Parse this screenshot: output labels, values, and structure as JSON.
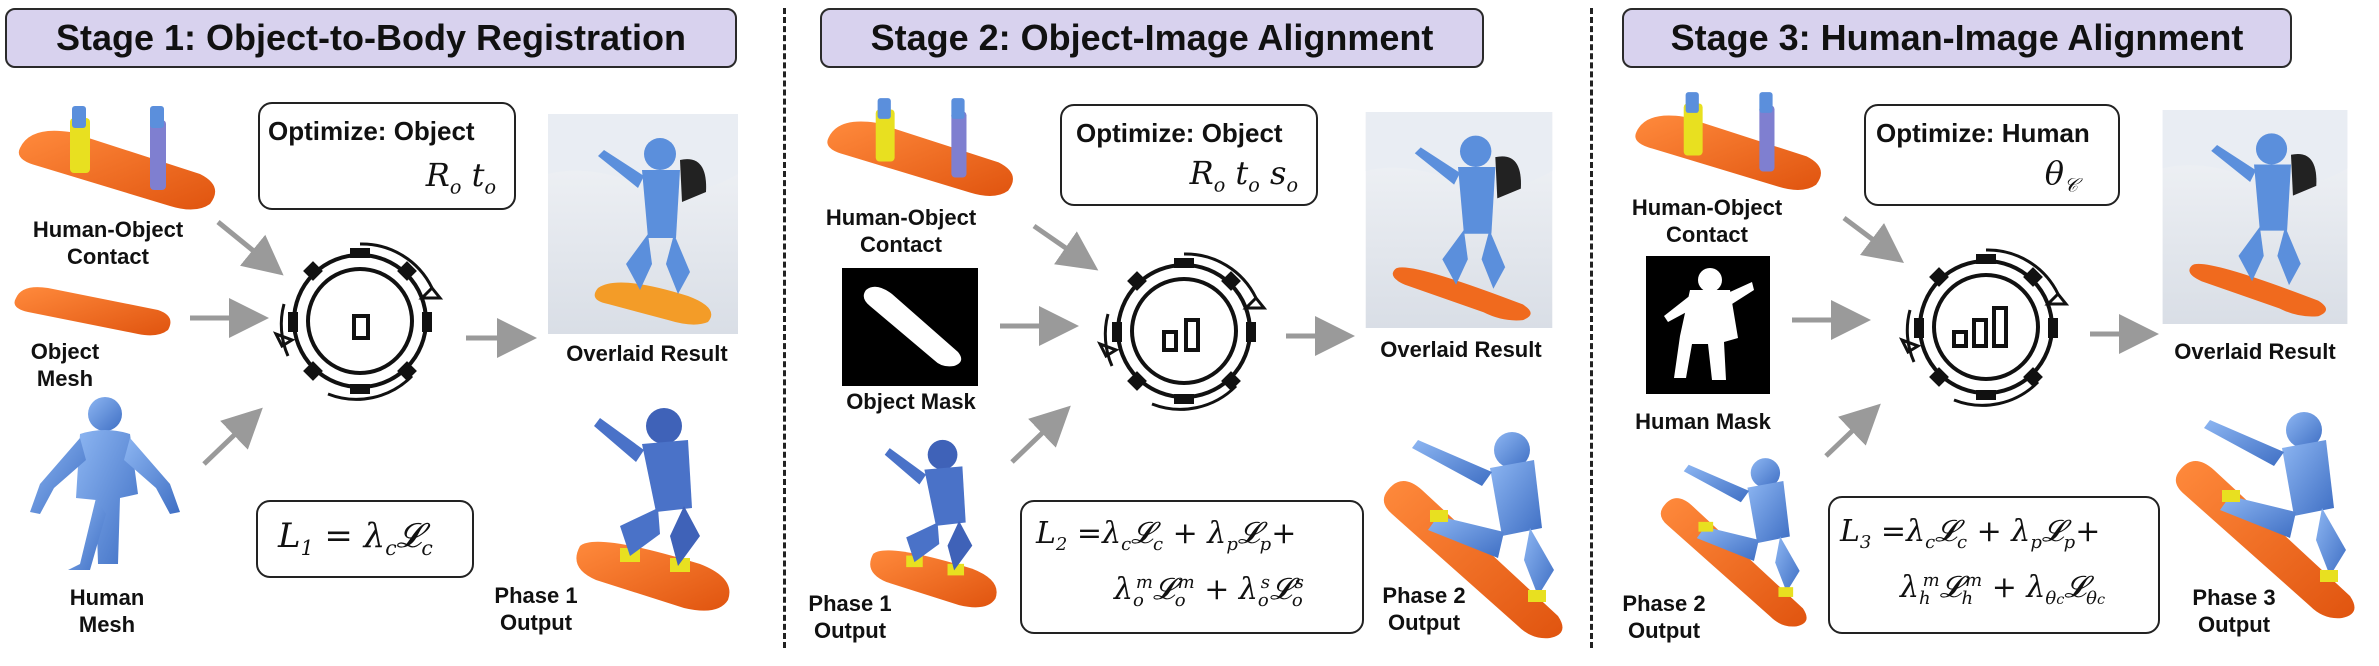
{
  "stages": [
    {
      "title": "Stage 1: Object-to-Body Registration",
      "inputs": [
        "Human-Object Contact",
        "Object Mesh",
        "Human Mesh"
      ],
      "optimize_label": "Optimize:",
      "optimize_target": "Object",
      "optimize_params": "R_o t_o",
      "loss": "L_1 = λ_c 𝓛_c",
      "result_label": "Overlaid Result",
      "output_label": "Phase 1 Output"
    },
    {
      "title": "Stage 2: Object-Image Alignment",
      "inputs": [
        "Human-Object Contact",
        "Object Mask",
        "Phase 1 Output"
      ],
      "optimize_label": "Optimize:",
      "optimize_target": "Object",
      "optimize_params": "R_o t_o s_o",
      "loss": "L_2 = λ_c 𝓛_c + λ_p 𝓛_p + λ_o^m 𝓛_o^m + λ_o^s 𝓛_o^s",
      "result_label": "Overlaid Result",
      "output_label": "Phase 2 Output"
    },
    {
      "title": "Stage 3: Human-Image Alignment",
      "inputs": [
        "Human-Object Contact",
        "Human Mask",
        "Phase 2 Output"
      ],
      "optimize_label": "Optimize:",
      "optimize_target": "Human",
      "optimize_params": "θ_𝒞",
      "loss": "L_3 = λ_c 𝓛_c + λ_p 𝓛_p + λ_h^m 𝓛_h^m + λ_θc 𝓛_θc",
      "result_label": "Overlaid Result",
      "output_label": "Phase 3 Output"
    }
  ],
  "colors": {
    "title_fill": "#d8d2ee",
    "board_orange": "#f06a1e",
    "body_blue": "#5b8fdc",
    "arrow_gray": "#9a9a9a",
    "contact_yellow": "#e8e020"
  }
}
